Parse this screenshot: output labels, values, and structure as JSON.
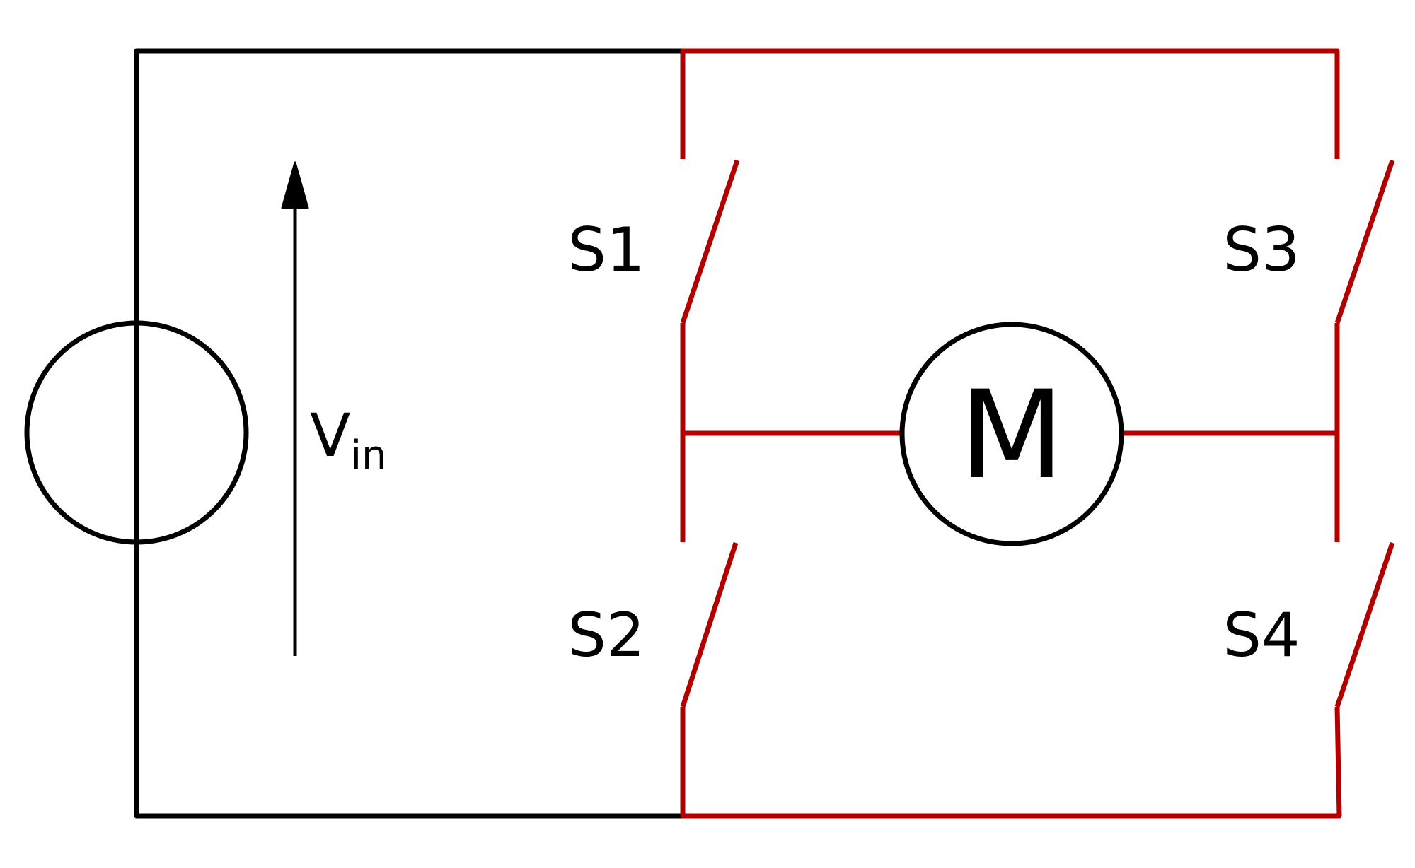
{
  "colors": {
    "source_wire": "#000000",
    "bridge_wire": "#b00000",
    "background": "#ffffff"
  },
  "source": {
    "voltage_symbol": "V",
    "voltage_subscript": "in"
  },
  "switches": [
    {
      "label": "S1"
    },
    {
      "label": "S2"
    },
    {
      "label": "S3"
    },
    {
      "label": "S4"
    }
  ],
  "motor": {
    "label": "M"
  }
}
